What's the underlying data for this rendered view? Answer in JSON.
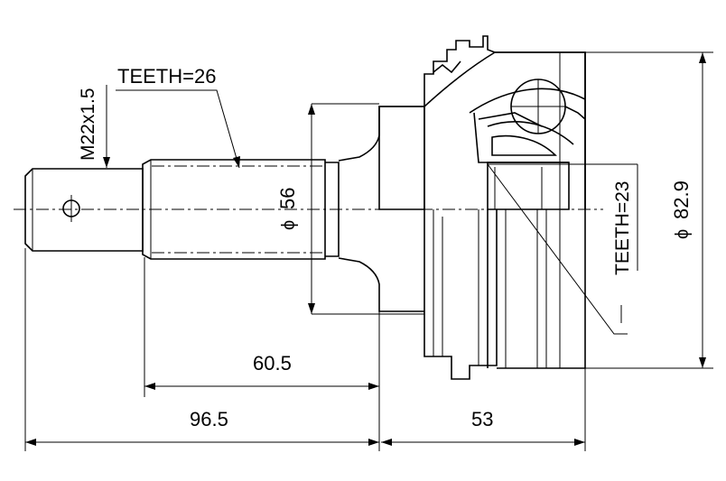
{
  "labels": {
    "thread": "M22x1.5",
    "teeth_outer": "TEETH=26",
    "teeth_inner": "TEETH=23",
    "dia_shaft": "56",
    "dia_housing": "82.9",
    "dim_spline_len": "60.5",
    "dim_total_shaft": "96.5",
    "dim_housing_len": "53",
    "phi": "ϕ"
  },
  "colors": {
    "line": "#000000",
    "background": "#ffffff"
  }
}
